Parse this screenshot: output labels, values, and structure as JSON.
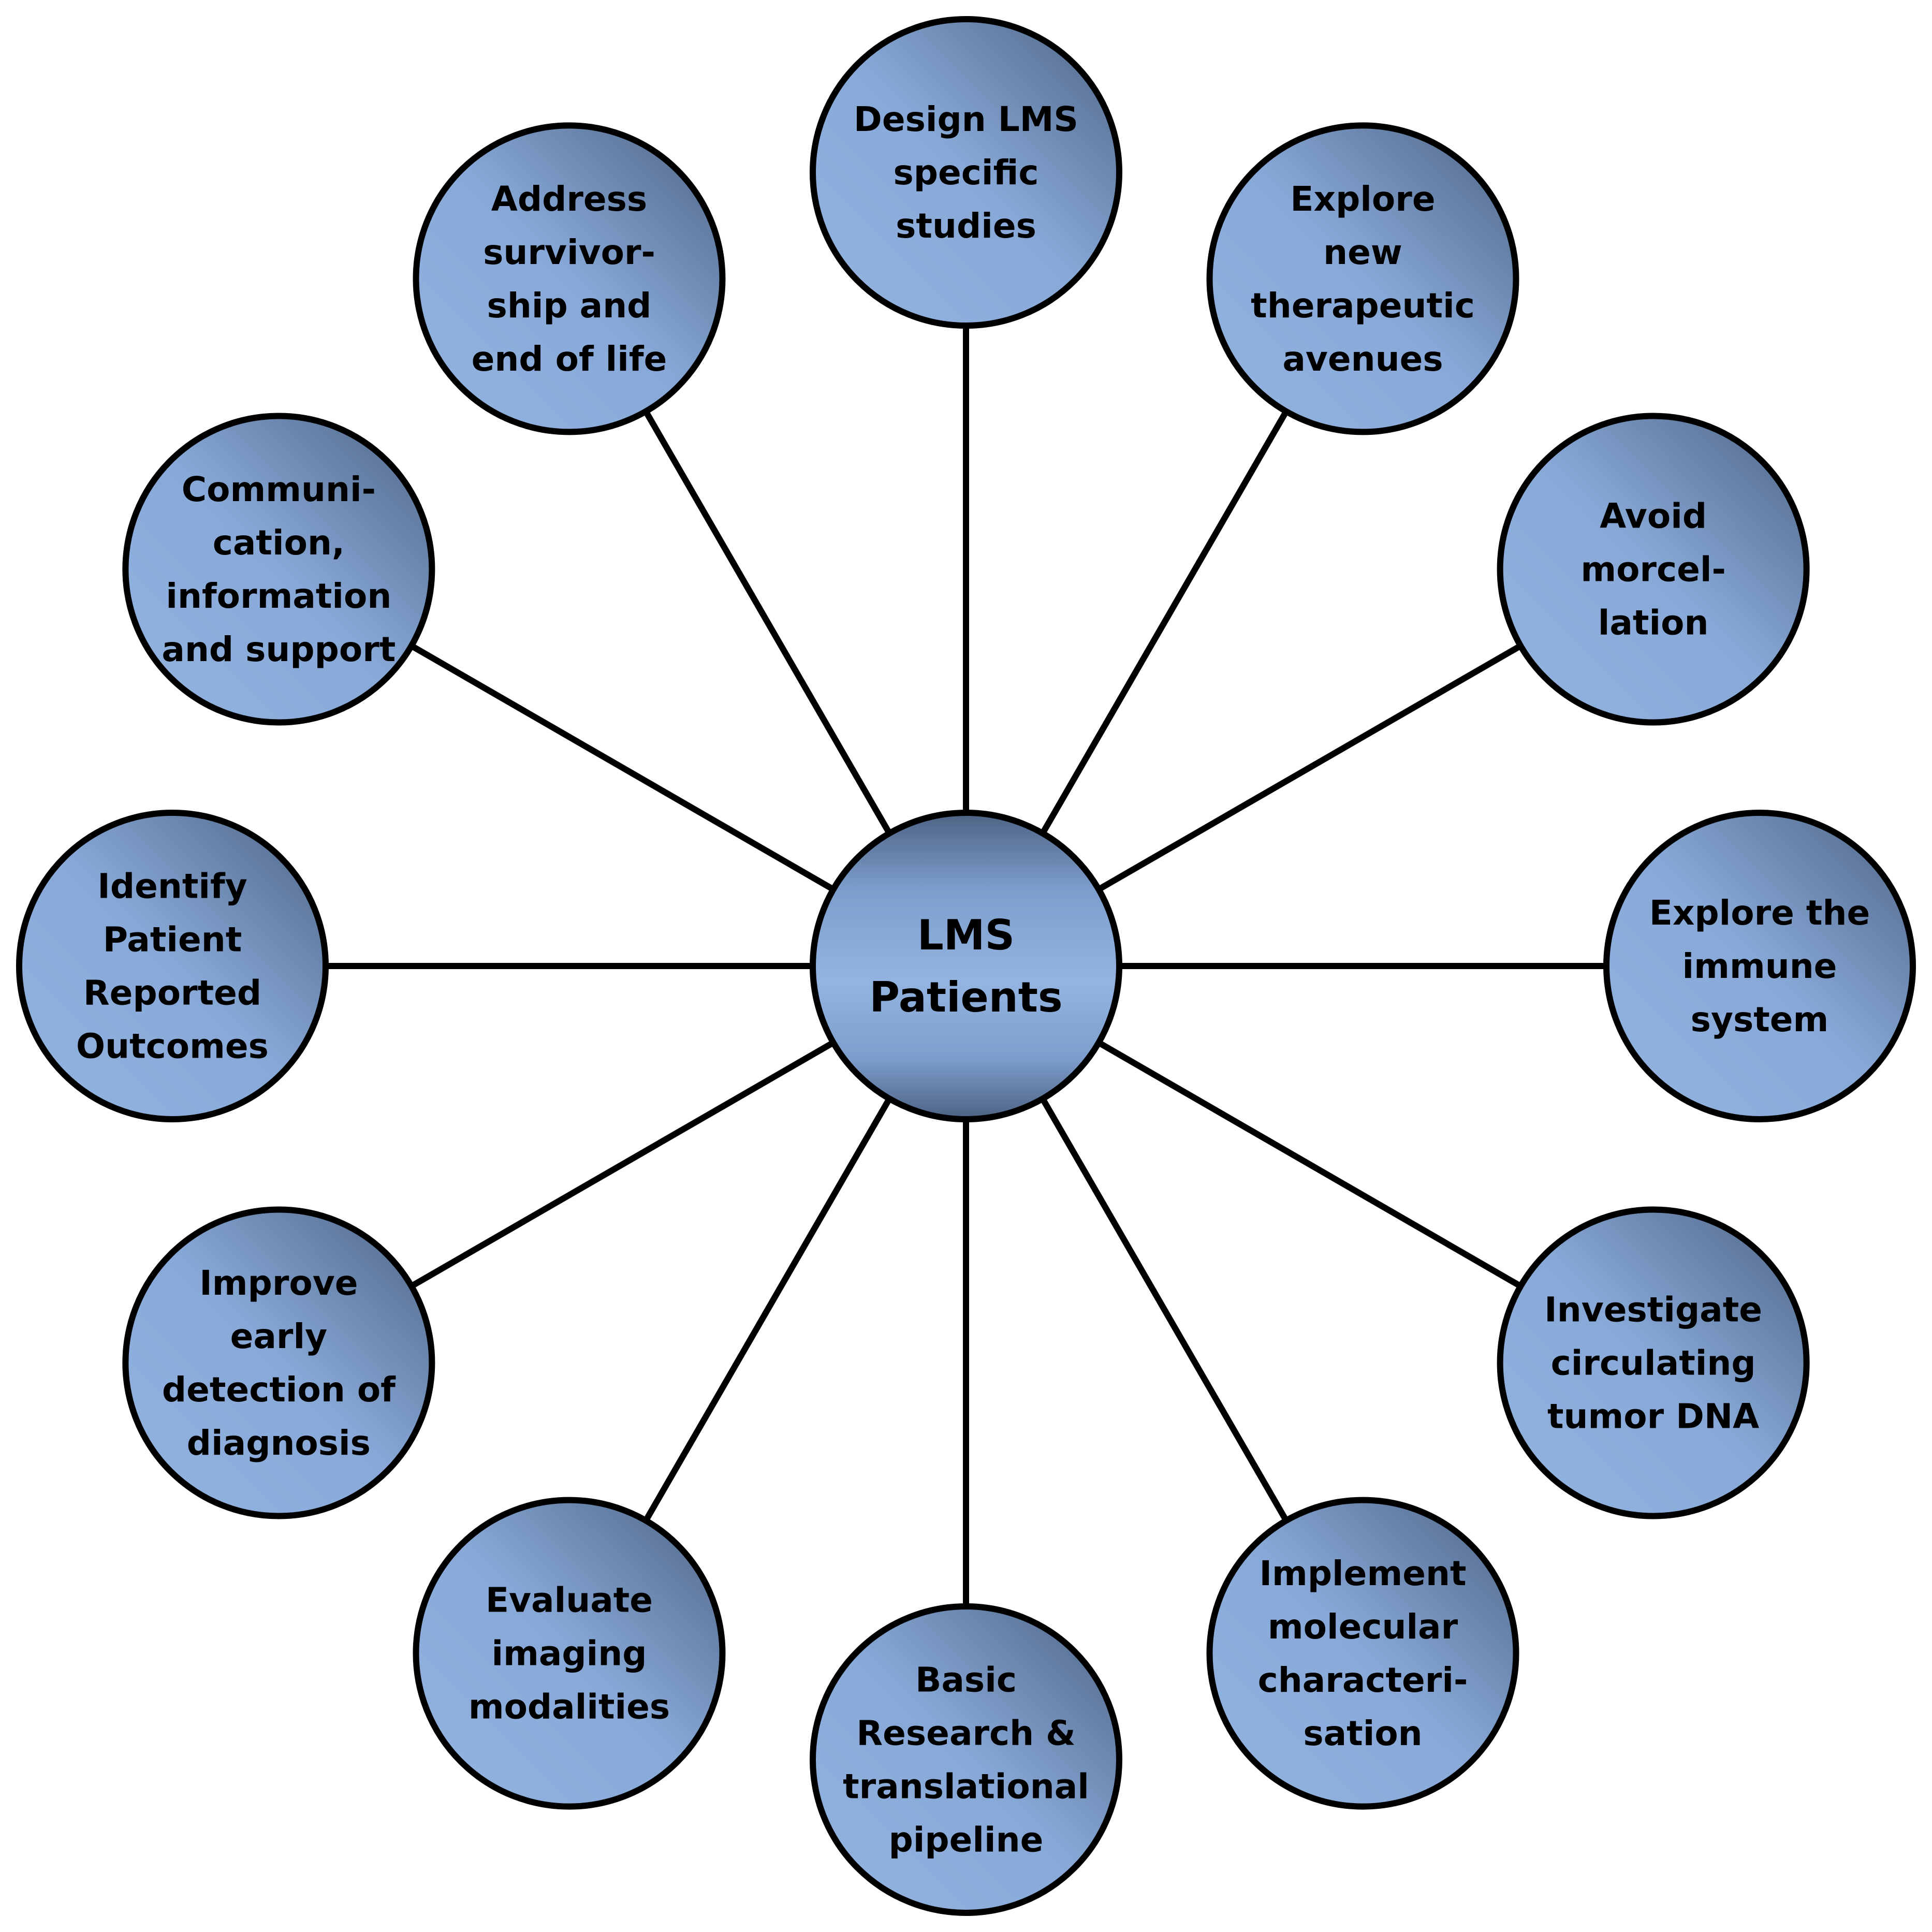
{
  "center": {
    "lines": [
      "LMS",
      "Patients"
    ]
  },
  "nodes": [
    {
      "id": "design-lms-specific-studies",
      "lines": [
        "Design LMS",
        "specific",
        "studies"
      ]
    },
    {
      "id": "explore-new-therapeutic-avenues",
      "lines": [
        "Explore",
        "new",
        "therapeutic",
        "avenues"
      ]
    },
    {
      "id": "avoid-morcellation",
      "lines": [
        "Avoid",
        "morcel-",
        "lation"
      ]
    },
    {
      "id": "explore-the-immune-system",
      "lines": [
        "Explore the",
        "immune",
        "system"
      ]
    },
    {
      "id": "investigate-circulating-tumor-dna",
      "lines": [
        "Investigate",
        "circulating",
        "tumor DNA"
      ]
    },
    {
      "id": "implement-molecular-characterisation",
      "lines": [
        "Implement",
        "molecular",
        "characteri-",
        "sation"
      ]
    },
    {
      "id": "basic-research-translational-pipeline",
      "lines": [
        "Basic",
        "Research &",
        "translational",
        "pipeline"
      ]
    },
    {
      "id": "evaluate-imaging-modalities",
      "lines": [
        "Evaluate",
        "imaging",
        "modalities"
      ]
    },
    {
      "id": "improve-early-detection-of-diagnosis",
      "lines": [
        "Improve",
        "early",
        "detection of",
        "diagnosis"
      ]
    },
    {
      "id": "identify-patient-reported-outcomes",
      "lines": [
        "Identify",
        "Patient",
        "Reported",
        "Outcomes"
      ]
    },
    {
      "id": "communication-information-and-support",
      "lines": [
        "Communi-",
        "cation,",
        "information",
        "and support"
      ]
    },
    {
      "id": "address-survivorship-and-end-of-life",
      "lines": [
        "Address",
        "survivor-",
        "ship and",
        "end of life"
      ]
    }
  ],
  "colors": {
    "node_fill_light": "#93b4e0",
    "node_fill_mid": "#7d9dcc",
    "node_fill_dark": "#4d6384",
    "outline": "#000000",
    "connector": "#000000"
  }
}
